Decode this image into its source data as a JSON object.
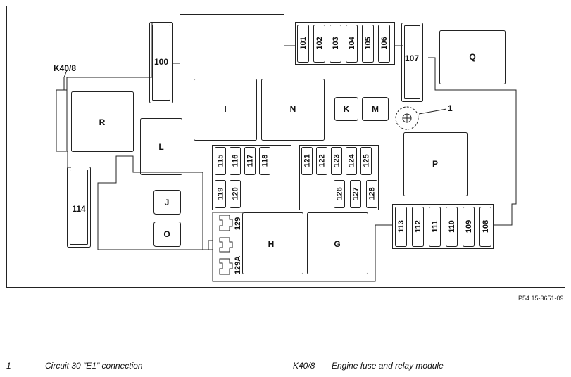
{
  "diagram": {
    "module_label": "K40/8",
    "callout_label": "1",
    "reference": "P54.15-3651-09",
    "fuses_top_group": [
      "101",
      "102",
      "103",
      "104",
      "105",
      "106"
    ],
    "fuses_middle_left_top": [
      "115",
      "116",
      "117",
      "118"
    ],
    "fuses_middle_left_bottom": [
      "119",
      "120"
    ],
    "fuses_middle_right_top": [
      "121",
      "122",
      "123",
      "124",
      "125"
    ],
    "fuses_middle_right_bottom": [
      "126",
      "127",
      "128"
    ],
    "fuses_right_bottom": [
      "113",
      "112",
      "111",
      "110",
      "109",
      "108"
    ],
    "fuse_100": "100",
    "fuse_107": "107",
    "fuse_114": "114",
    "connector_129": "129",
    "connector_129a": "129A",
    "relays": {
      "Q": "Q",
      "R": "R",
      "I": "I",
      "N": "N",
      "K": "K",
      "M": "M",
      "L": "L",
      "P": "P",
      "J": "J",
      "O": "O",
      "H": "H",
      "G": "G"
    }
  },
  "legend": [
    {
      "key": "1",
      "text": "Circuit 30 \"E1\" connection"
    },
    {
      "key": "K40/8",
      "text": "Engine fuse and relay module"
    }
  ]
}
